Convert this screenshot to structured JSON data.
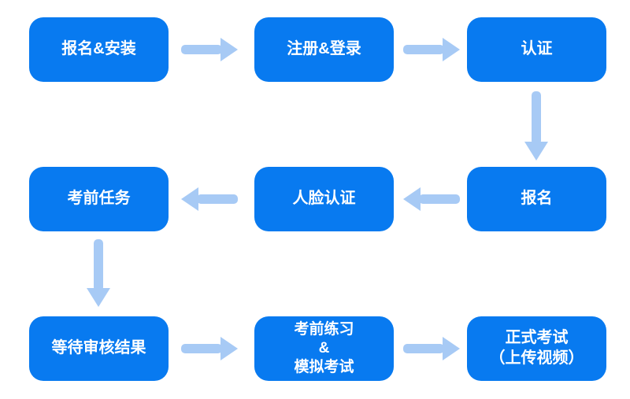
{
  "diagram": {
    "type": "flowchart",
    "colors": {
      "background": "#ffffff",
      "node": "#087af0",
      "node_text": "#ffffff",
      "arrow": "#a7caf5"
    },
    "nodes": [
      {
        "id": "signup-install",
        "label": "报名&安装",
        "row": 0,
        "col": 0
      },
      {
        "id": "register-login",
        "label": "注册&登录",
        "row": 0,
        "col": 1
      },
      {
        "id": "authentication",
        "label": "认证",
        "row": 0,
        "col": 2
      },
      {
        "id": "pre-exam-tasks",
        "label": "考前任务",
        "row": 1,
        "col": 0
      },
      {
        "id": "face-auth",
        "label": "人脸认证",
        "row": 1,
        "col": 1
      },
      {
        "id": "exam-signup",
        "label": "报名",
        "row": 1,
        "col": 2
      },
      {
        "id": "wait-review",
        "label": "等待审核结果",
        "row": 2,
        "col": 0
      },
      {
        "id": "practice-mock",
        "label": "考前练习\n&\n模拟考试",
        "row": 2,
        "col": 1
      },
      {
        "id": "formal-exam",
        "label": "正式考试\n（上传视频）",
        "row": 2,
        "col": 2
      }
    ],
    "edges": [
      {
        "from": "报名&安装",
        "to": "注册&登录",
        "direction": "right"
      },
      {
        "from": "注册&登录",
        "to": "认证",
        "direction": "right"
      },
      {
        "from": "认证",
        "to": "报名",
        "direction": "down"
      },
      {
        "from": "报名",
        "to": "人脸认证",
        "direction": "left"
      },
      {
        "from": "人脸认证",
        "to": "考前任务",
        "direction": "left"
      },
      {
        "from": "考前任务",
        "to": "等待审核结果",
        "direction": "down"
      },
      {
        "from": "等待审核结果",
        "to": "考前练习&模拟考试",
        "direction": "right"
      },
      {
        "from": "考前练习&模拟考试",
        "to": "正式考试（上传视频）",
        "direction": "right"
      }
    ]
  }
}
